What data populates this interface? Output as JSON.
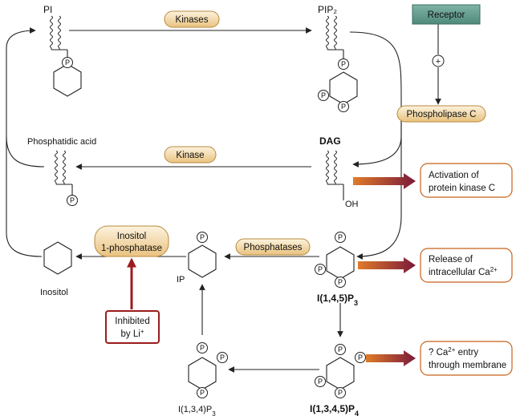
{
  "molecules": {
    "pi": "PI",
    "pip2": "PIP₂",
    "dag": "DAG",
    "phosphatidic_acid": "Phosphatidic acid",
    "oh": "OH",
    "inositol": "Inositol",
    "ip": "IP",
    "i145p3_prefix": "I(1,4,5)P",
    "i145p3_sub": "3",
    "i1345p4_prefix": "I(1,3,4,5)P",
    "i1345p4_sub": "4",
    "i134p3_prefix": "I(1,3,4)P",
    "i134p3_sub": "3",
    "phosphate": "P"
  },
  "enzymes": {
    "kinases": "Kinases",
    "kinase": "Kinase",
    "phospholipase_c": "Phospholipase C",
    "phosphatases": "Phosphatases",
    "inositol_phosphatase_line1": "Inositol",
    "inositol_phosphatase_line2": "1-phosphatase"
  },
  "receptor": "Receptor",
  "plus_sign": "+",
  "inhibitor": {
    "line1": "Inhibited",
    "line2_prefix": "by Li",
    "line2_sup": "+"
  },
  "outcomes": {
    "pkc_line1": "Activation of",
    "pkc_line2": "protein kinase C",
    "calcium_line1": "Release of",
    "calcium_line2_prefix": "intracellular Ca",
    "calcium_line2_sup": "2+",
    "entry_line1_prefix": "? Ca",
    "entry_line1_sup": "2+",
    "entry_line1_suffix": " entry",
    "entry_line2": "through membrane"
  },
  "colors": {
    "pill_fill_top": "#fdf3de",
    "pill_fill_bottom": "#e9c27f",
    "pill_stroke": "#b88a3e",
    "receptor_fill": "#5f9b8c",
    "receptor_stroke": "#3b6e62",
    "outcome_border": "#c7621b",
    "inhibit_border": "#9b1c1c",
    "inhibit_arrow": "#9b1c1c",
    "fat_arrow_start": "#e07b2a",
    "fat_arrow_end": "#7a1a3a"
  }
}
